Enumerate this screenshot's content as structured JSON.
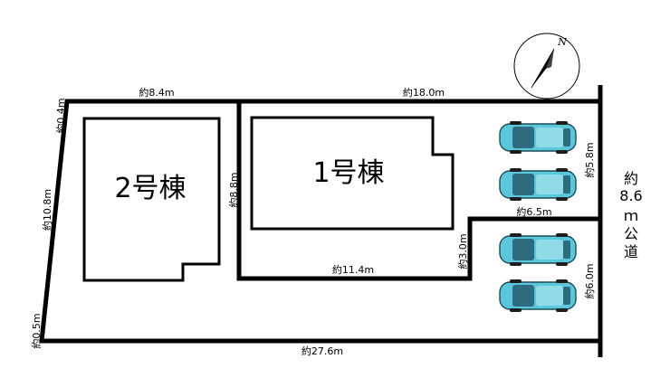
{
  "buildings": {
    "b1": "1号棟",
    "b2": "2号棟"
  },
  "road": [
    "約",
    "8.6",
    "ｍ",
    "公",
    "道"
  ],
  "north": "N",
  "dimensions": {
    "top_left": "約8.4m",
    "top_right": "約18.0m",
    "left_top": "約0.4m",
    "left_side": "約10.8m",
    "left_bottom": "約0.5m",
    "bottom": "約27.6m",
    "divider": "約8.8m",
    "lot1_bottom": "約11.4m",
    "step_vertical": "約3.0m",
    "step_horizontal": "約6.5m",
    "parking_upper": "約5.8m",
    "parking_lower": "約6.0m"
  },
  "colors": {
    "car": "#5cc6da",
    "line": "#000000"
  }
}
